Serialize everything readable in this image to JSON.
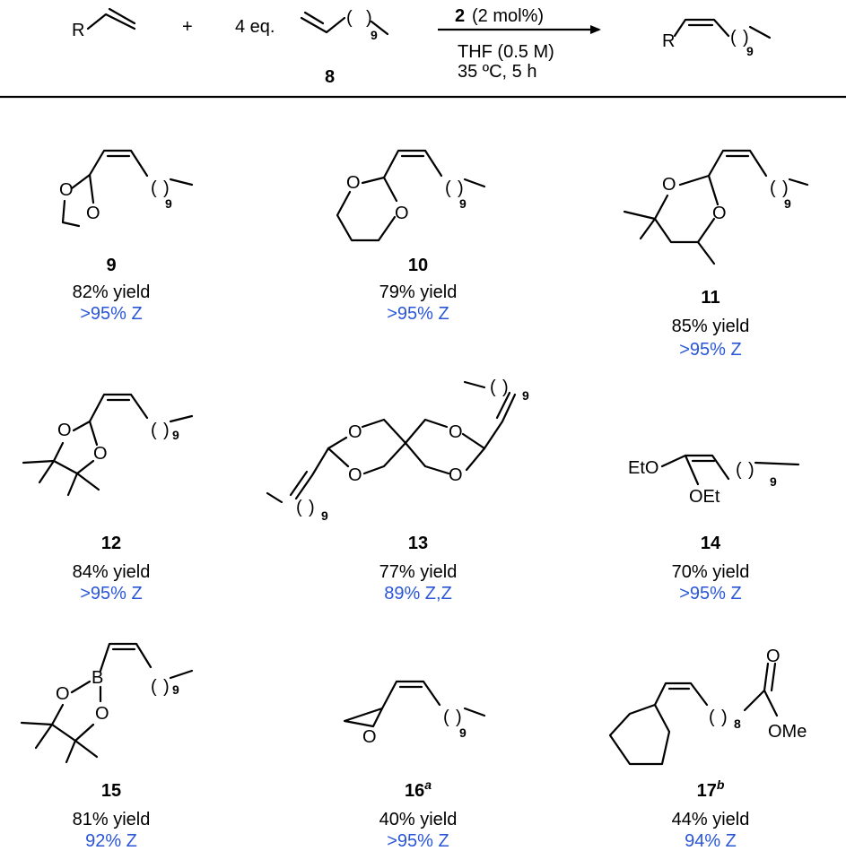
{
  "reaction": {
    "substrate_label": "R",
    "plus": "+",
    "equiv": "4 eq.",
    "reagent_number": "8",
    "chain_subscript": "9",
    "catalyst_number": "2",
    "catalyst_loading": "(2 mol%)",
    "solvent": "THF (0.5 M)",
    "conditions": "35 ºC, 5 h",
    "product_R": "R"
  },
  "compounds": [
    {
      "number": "9",
      "sup": "",
      "yield": "82% yield",
      "selectivity": ">95% Z"
    },
    {
      "number": "10",
      "sup": "",
      "yield": "79% yield",
      "selectivity": ">95% Z"
    },
    {
      "number": "11",
      "sup": "",
      "yield": "85% yield",
      "selectivity": ">95% Z"
    },
    {
      "number": "12",
      "sup": "",
      "yield": "84% yield",
      "selectivity": ">95% Z"
    },
    {
      "number": "13",
      "sup": "",
      "yield": "77% yield",
      "selectivity": "89% Z,Z"
    },
    {
      "number": "14",
      "sup": "",
      "yield": "70% yield",
      "selectivity": ">95% Z"
    },
    {
      "number": "15",
      "sup": "",
      "yield": "81% yield",
      "selectivity": "92% Z"
    },
    {
      "number": "16",
      "sup": "a",
      "yield": "40% yield",
      "selectivity": ">95% Z"
    },
    {
      "number": "17",
      "sup": "b",
      "yield": "44% yield",
      "selectivity": "94% Z"
    }
  ],
  "atoms": {
    "O": "O",
    "B": "B",
    "EtO": "EtO",
    "OEt": "OEt",
    "OMe": "OMe",
    "paren_open": "(",
    "paren_close": ")",
    "n9": "9",
    "n8": "8"
  },
  "colors": {
    "selectivity": "#2a56d6",
    "text": "#000000"
  }
}
